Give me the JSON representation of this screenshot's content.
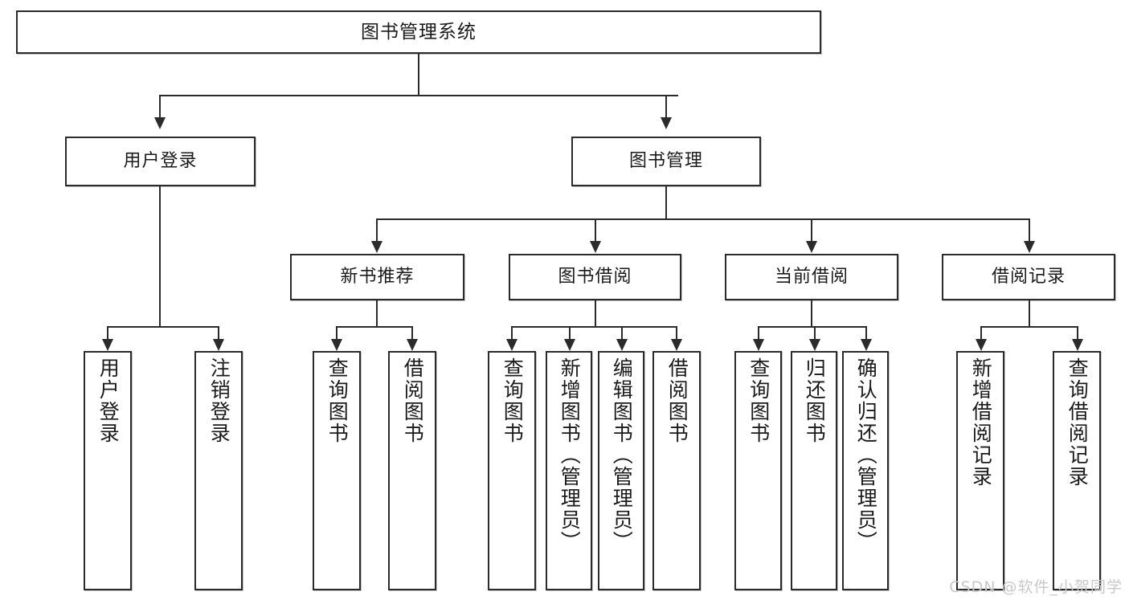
{
  "diagram": {
    "type": "tree",
    "title": "图书管理系统",
    "root": {
      "label": "图书管理系统"
    },
    "level1": [
      {
        "label": "用户登录"
      },
      {
        "label": "图书管理"
      }
    ],
    "level2": [
      {
        "label": "新书推荐"
      },
      {
        "label": "图书借阅"
      },
      {
        "label": "当前借阅"
      },
      {
        "label": "借阅记录"
      }
    ],
    "leaves": {
      "user_login": [
        {
          "label": "用户登录"
        },
        {
          "label": "注销登录"
        }
      ],
      "new_book_recommend": [
        {
          "label": "查询图书"
        },
        {
          "label": "借阅图书"
        }
      ],
      "book_borrow": [
        {
          "label": "查询图书"
        },
        {
          "label": "新增图书（管理员）"
        },
        {
          "label": "编辑图书（管理员）"
        },
        {
          "label": "借阅图书"
        }
      ],
      "current_borrow": [
        {
          "label": "查询图书"
        },
        {
          "label": "归还图书"
        },
        {
          "label": "确认归还（管理员）"
        }
      ],
      "borrow_record": [
        {
          "label": "新增借阅记录"
        },
        {
          "label": "查询借阅记录"
        }
      ]
    }
  },
  "watermark": {
    "text": "CSDN @软件_小贺同学"
  },
  "colors": {
    "stroke": "#2b2b2b",
    "fill": "#ffffff",
    "text": "#1a1a1a",
    "watermark": "#c9c9c9"
  }
}
